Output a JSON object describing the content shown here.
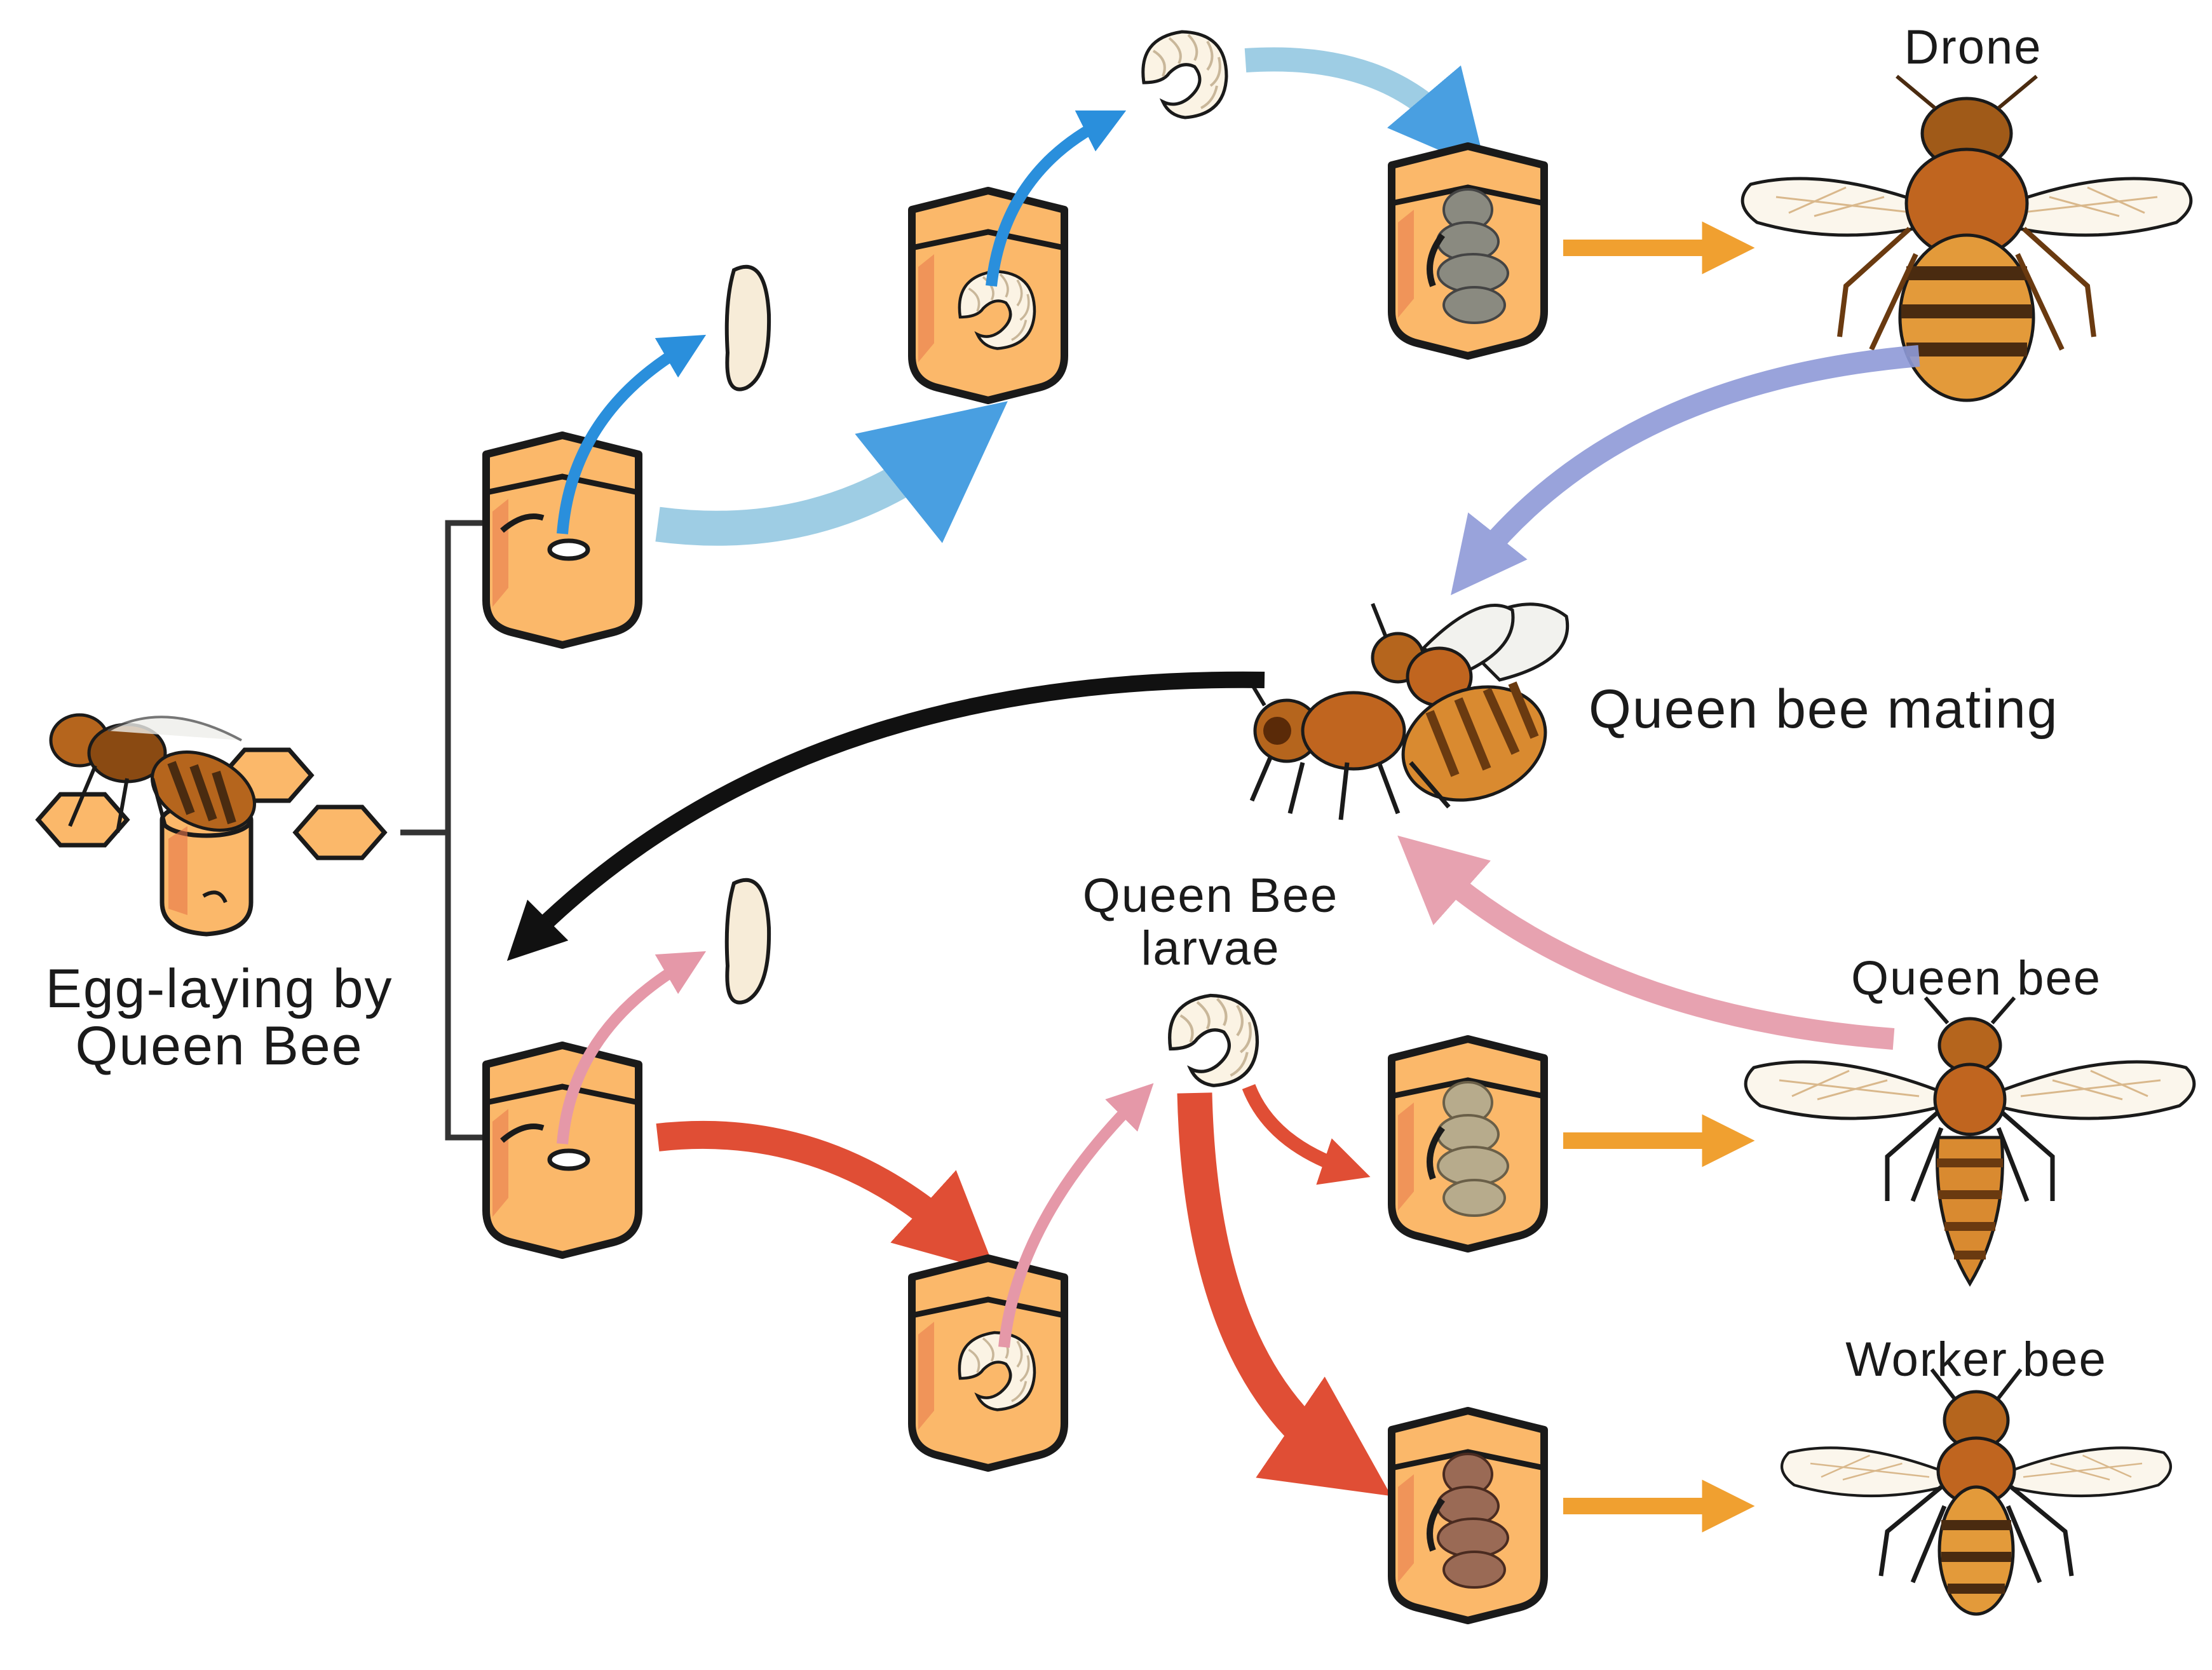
{
  "labels": {
    "egg_laying_line1": "Egg-laying by",
    "egg_laying_line2": "Queen Bee",
    "drone": "Drone",
    "queen_bee_mating": "Queen bee mating",
    "queen_bee_larvae_line1": "Queen Bee",
    "queen_bee_larvae_line2": "larvae",
    "queen_bee": "Queen bee",
    "worker_bee": "Worker bee"
  },
  "colors": {
    "cell_fill": "#fbb86a",
    "outline": "#1a1a1a",
    "drone_path_blue": "#8ec5e0",
    "small_arrow_blue": "#2a8fdc",
    "develop_arrow_orange": "#f0a030",
    "mating_arrow_lavender": "#8e9ad8",
    "female_path_red": "#e04e35",
    "small_arrow_pink": "#e598a8",
    "return_arrow_black": "#111111",
    "bee_body_brown": "#b5651d",
    "bee_stripe_dark": "#4a2b10"
  },
  "icons": [
    "queen-laying-egg-icon",
    "egg-cell-icon",
    "egg-icon",
    "larva-cell-icon",
    "larva-icon",
    "pupa-cell-icon",
    "drone-bee-icon",
    "mating-bees-icon",
    "queen-bee-icon",
    "worker-bee-icon"
  ]
}
